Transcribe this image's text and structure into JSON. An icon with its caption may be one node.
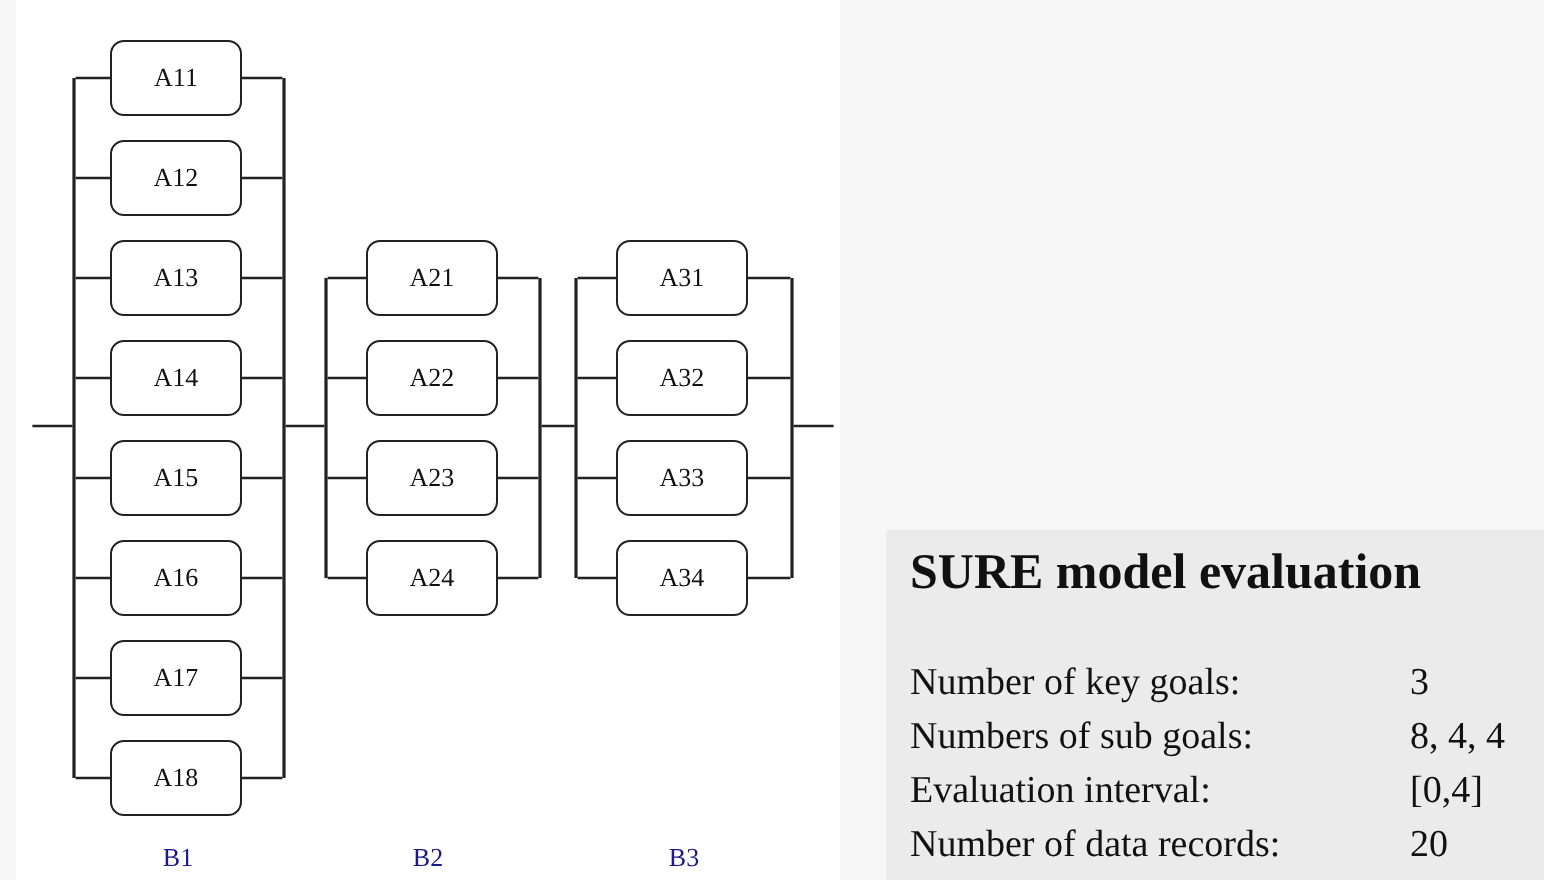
{
  "diagram": {
    "title": "SURE model evaluation",
    "nodes": [
      {
        "text": [
          "A11"
        ]
      },
      {
        "text": [
          "A12"
        ]
      },
      {
        "text": [
          "A13"
        ]
      },
      {
        "text": [
          "A14"
        ]
      },
      {
        "text": [
          "A15"
        ]
      },
      {
        "text": [
          "A16"
        ]
      },
      {
        "text": [
          "A17"
        ]
      },
      {
        "text": [
          "A18"
        ]
      },
      {
        "text": [
          "A21"
        ]
      },
      {
        "text": [
          "A22"
        ]
      },
      {
        "text": [
          "A23"
        ]
      },
      {
        "text": [
          "A24"
        ]
      },
      {
        "text": [
          "A31"
        ]
      },
      {
        "text": [
          "A32"
        ]
      },
      {
        "text": [
          "A33"
        ]
      },
      {
        "text": [
          "A34"
        ]
      },
      {
        "text": [],
        "shape": "bar"
      },
      {
        "text": [],
        "shape": "bar"
      },
      {
        "text": [],
        "shape": "bar"
      },
      {
        "text": [],
        "shape": "bar"
      },
      {
        "text": [],
        "shape": "bar"
      },
      {
        "text": [],
        "shape": "bar"
      }
    ],
    "edges": [
      {
        "from": null,
        "to": 16,
        "arrow": "none"
      },
      {
        "from": 16,
        "to": 0,
        "arrow": "none"
      },
      {
        "from": 16,
        "to": 1,
        "arrow": "none"
      },
      {
        "from": 16,
        "to": 2,
        "arrow": "none"
      },
      {
        "from": 16,
        "to": 3,
        "arrow": "none"
      },
      {
        "from": 16,
        "to": 4,
        "arrow": "none"
      },
      {
        "from": 16,
        "to": 5,
        "arrow": "none"
      },
      {
        "from": 16,
        "to": 6,
        "arrow": "none"
      },
      {
        "from": 16,
        "to": 7,
        "arrow": "none"
      },
      {
        "from": 0,
        "to": 17,
        "arrow": "none"
      },
      {
        "from": 1,
        "to": 17,
        "arrow": "none"
      },
      {
        "from": 2,
        "to": 17,
        "arrow": "none"
      },
      {
        "from": 3,
        "to": 17,
        "arrow": "none"
      },
      {
        "from": 4,
        "to": 17,
        "arrow": "none"
      },
      {
        "from": 5,
        "to": 17,
        "arrow": "none"
      },
      {
        "from": 6,
        "to": 17,
        "arrow": "none"
      },
      {
        "from": 7,
        "to": 17,
        "arrow": "none"
      },
      {
        "from": 17,
        "to": 18,
        "arrow": "none"
      },
      {
        "from": 18,
        "to": 8,
        "arrow": "none"
      },
      {
        "from": 18,
        "to": 9,
        "arrow": "none"
      },
      {
        "from": 18,
        "to": 10,
        "arrow": "none"
      },
      {
        "from": 18,
        "to": 11,
        "arrow": "none"
      },
      {
        "from": 8,
        "to": 19,
        "arrow": "none"
      },
      {
        "from": 9,
        "to": 19,
        "arrow": "none"
      },
      {
        "from": 10,
        "to": 19,
        "arrow": "none"
      },
      {
        "from": 11,
        "to": 19,
        "arrow": "none"
      },
      {
        "from": 19,
        "to": 20,
        "arrow": "none"
      },
      {
        "from": 20,
        "to": 12,
        "arrow": "none"
      },
      {
        "from": 20,
        "to": 13,
        "arrow": "none"
      },
      {
        "from": 20,
        "to": 14,
        "arrow": "none"
      },
      {
        "from": 20,
        "to": 15,
        "arrow": "none"
      },
      {
        "from": 12,
        "to": 21,
        "arrow": "none"
      },
      {
        "from": 13,
        "to": 21,
        "arrow": "none"
      },
      {
        "from": 14,
        "to": 21,
        "arrow": "none"
      },
      {
        "from": 15,
        "to": 21,
        "arrow": "none"
      },
      {
        "from": 21,
        "to": null,
        "arrow": "none"
      }
    ],
    "labels": [
      "B1",
      "B2",
      "B3",
      "Number of key goals:",
      "3",
      "Numbers of sub goals:",
      "8, 4, 4",
      "Evaluation interval:",
      "[0,4]",
      "Number of data records:",
      "20"
    ]
  }
}
